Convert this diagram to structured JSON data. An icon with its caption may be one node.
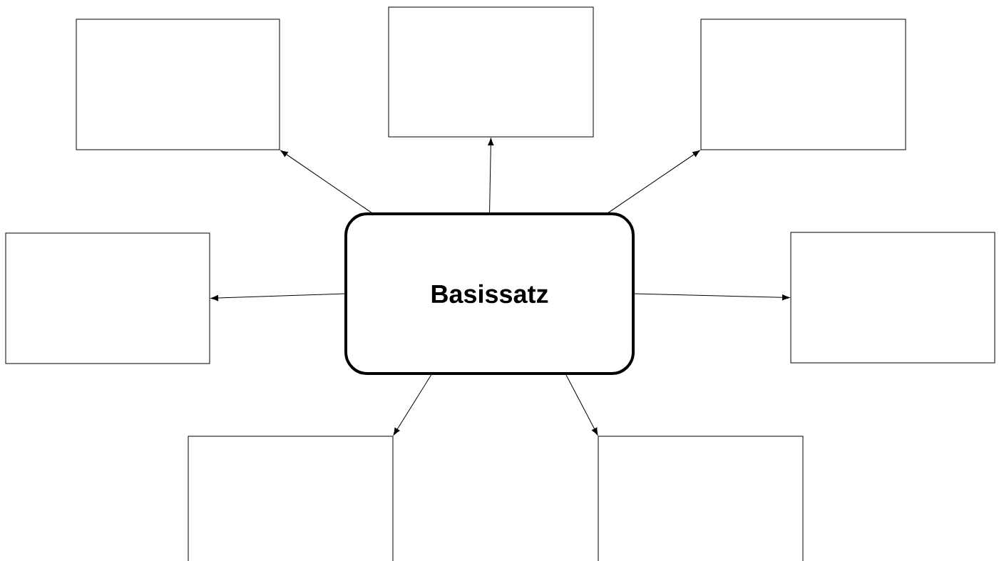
{
  "diagram": {
    "nodes": [
      {
        "text": [],
        "shape": "box"
      },
      {
        "text": [],
        "shape": "box"
      },
      {
        "text": [],
        "shape": "box"
      },
      {
        "text": [],
        "shape": "box"
      },
      {
        "text": [
          "Basissatz"
        ]
      },
      {
        "text": [],
        "shape": "box"
      },
      {
        "text": [],
        "shape": "box"
      },
      {
        "text": [],
        "shape": "box"
      }
    ],
    "edges": [
      {
        "from": 4,
        "to": 0,
        "arrow": "to"
      },
      {
        "from": 4,
        "to": 1,
        "arrow": "to"
      },
      {
        "from": 4,
        "to": 2,
        "arrow": "to"
      },
      {
        "from": 4,
        "to": 3,
        "arrow": "to"
      },
      {
        "from": 4,
        "to": 5,
        "arrow": "to"
      },
      {
        "from": 4,
        "to": 6,
        "arrow": "to"
      },
      {
        "from": 4,
        "to": 7,
        "arrow": "to"
      }
    ]
  }
}
